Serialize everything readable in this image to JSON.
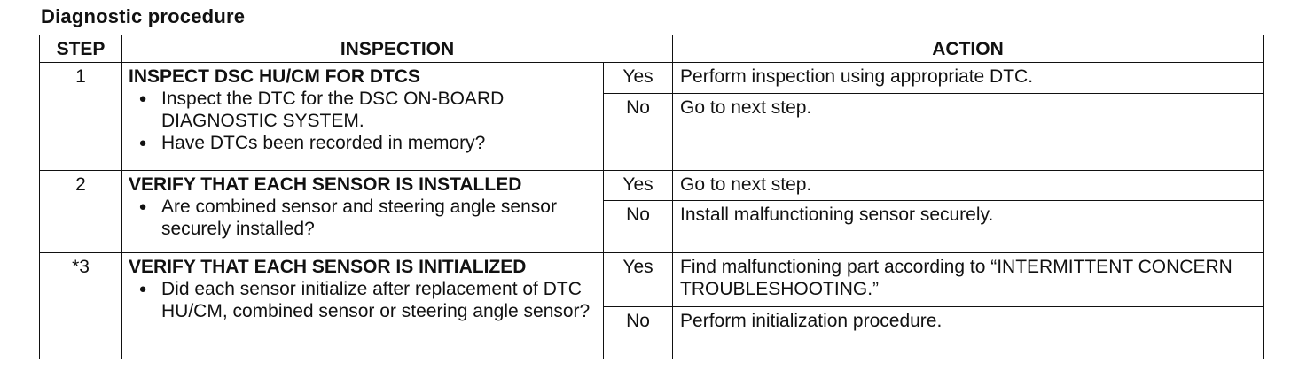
{
  "title": "Diagnostic procedure",
  "headers": {
    "step": "STEP",
    "inspection": "INSPECTION",
    "action": "ACTION"
  },
  "rows": [
    {
      "step": "1",
      "heading": "INSPECT DSC HU/CM FOR DTCS",
      "bullets": [
        "Inspect the DTC for the DSC ON-BOARD DIAGNOSTIC SYSTEM.",
        "Have DTCs been recorded in memory?"
      ],
      "yes_label": "Yes",
      "yes_action": "Perform inspection using appropriate DTC.",
      "no_label": "No",
      "no_action": "Go to next step."
    },
    {
      "step": "2",
      "heading": "VERIFY THAT EACH SENSOR IS INSTALLED",
      "bullets": [
        "Are combined sensor and steering angle sensor securely installed?"
      ],
      "yes_label": "Yes",
      "yes_action": "Go to next step.",
      "no_label": "No",
      "no_action": "Install malfunctioning sensor securely."
    },
    {
      "step": "*3",
      "heading": "VERIFY THAT EACH SENSOR IS INITIALIZED",
      "bullets": [
        "Did each sensor initialize after replacement of DTC HU/CM, combined sensor or steering angle sensor?"
      ],
      "yes_label": "Yes",
      "yes_action": "Find malfunctioning part according to “INTERMITTENT CONCERN TROUBLESHOOTING.”",
      "no_label": "No",
      "no_action": "Perform initialization procedure."
    }
  ]
}
